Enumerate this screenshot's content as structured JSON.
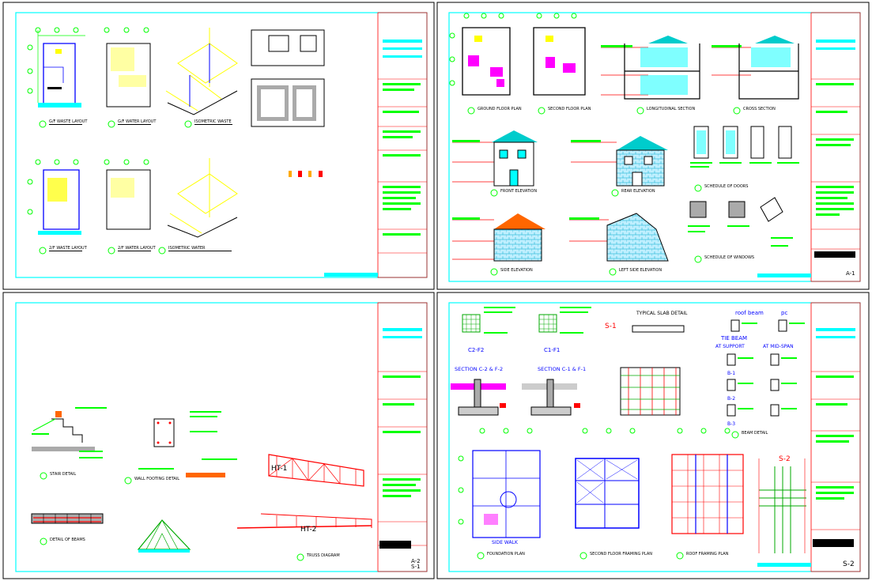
{
  "colors": {
    "background": "#ffffff",
    "frame": "#000000",
    "border": "#00ffff",
    "text_green": "#00ff00",
    "wall_blue": "#0000ff",
    "dim_red": "#ff0000",
    "fill_magenta": "#ff00ff",
    "fill_yellow": "#ffff00",
    "roof_cyan": "#00cccc",
    "text_black": "#000000"
  },
  "sheets": [
    {
      "id": "plumbing",
      "number_label": "",
      "views": [
        {
          "title": "G/F WASTE LAYOUT"
        },
        {
          "title": "G/F WATER LAYOUT"
        },
        {
          "title": "ISOMETRIC WASTE"
        },
        {
          "title": "2/F WASTE LAYOUT"
        },
        {
          "title": "2/F WATER LAYOUT"
        },
        {
          "title": "ISOMETRIC WATER"
        }
      ]
    },
    {
      "id": "architectural",
      "number_label": "A-1",
      "views": [
        {
          "title": "GROUND FLOOR PLAN"
        },
        {
          "title": "SECOND FLOOR PLAN"
        },
        {
          "title": "LONGITUDINAL SECTION"
        },
        {
          "title": "CROSS SECTION"
        },
        {
          "title": "FRONT ELEVATION"
        },
        {
          "title": "REAR ELEVATION"
        },
        {
          "title": "SCHEDULE OF DOORS"
        },
        {
          "title": "SIDE ELEVATION"
        },
        {
          "title": "LEFT SIDE ELEVATION"
        },
        {
          "title": "SCHEDULE OF WINDOWS"
        }
      ]
    },
    {
      "id": "structural-details",
      "number_label": "A-2",
      "number_label_2": "S-1",
      "annotations": [
        "HT-1",
        "HT-2"
      ],
      "views": [
        {
          "title": "STAIR DETAIL"
        },
        {
          "title": "WALL FOOTING DETAIL"
        },
        {
          "title": "DETAIL OF BEAMS"
        },
        {
          "title": "TRUSS DIAGRAM"
        }
      ]
    },
    {
      "id": "structural-plans",
      "number_label": "S-2",
      "annotations": [
        "S-1",
        "S-2",
        "SECTION C-2 & F-2",
        "SECTION C-1 & F-1",
        "TIE BEAM",
        "AT SUPPORT",
        "AT MID-SPAN",
        "roof beam",
        "pc",
        "B-1",
        "B-2",
        "B-3",
        "SIDE WALK",
        "C2-F2",
        "C1-F1"
      ],
      "views": [
        {
          "title": "FOUNDATION PLAN"
        },
        {
          "title": "SECOND FLOOR FRAMING PLAN"
        },
        {
          "title": "ROOF FRAMING PLAN"
        },
        {
          "title": "BEAM DETAIL"
        }
      ]
    }
  ]
}
